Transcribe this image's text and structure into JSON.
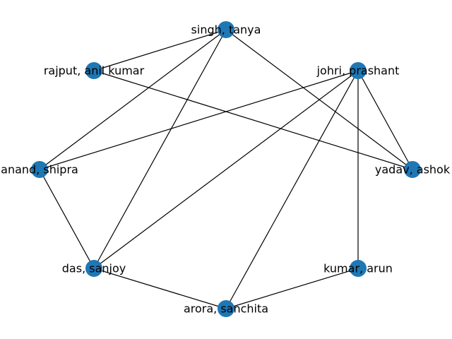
{
  "graph": {
    "node_color": "#1f77b4",
    "edge_color": "#000000",
    "nodes": [
      {
        "id": "singh",
        "label": "singh, tanya"
      },
      {
        "id": "rajput",
        "label": "rajput, anil kumar"
      },
      {
        "id": "johri",
        "label": "johri, prashant"
      },
      {
        "id": "anand",
        "label": "anand, shipra"
      },
      {
        "id": "yadav",
        "label": "yadav, ashok"
      },
      {
        "id": "das",
        "label": "das, sanjoy"
      },
      {
        "id": "kumar",
        "label": "kumar, arun"
      },
      {
        "id": "arora",
        "label": "arora, sanchita"
      }
    ],
    "edges": [
      [
        "singh",
        "rajput"
      ],
      [
        "singh",
        "anand"
      ],
      [
        "singh",
        "das"
      ],
      [
        "singh",
        "yadav"
      ],
      [
        "rajput",
        "yadav"
      ],
      [
        "johri",
        "anand"
      ],
      [
        "johri",
        "das"
      ],
      [
        "johri",
        "arora"
      ],
      [
        "johri",
        "yadav"
      ],
      [
        "johri",
        "kumar"
      ],
      [
        "anand",
        "das"
      ],
      [
        "das",
        "arora"
      ],
      [
        "arora",
        "kumar"
      ]
    ]
  }
}
